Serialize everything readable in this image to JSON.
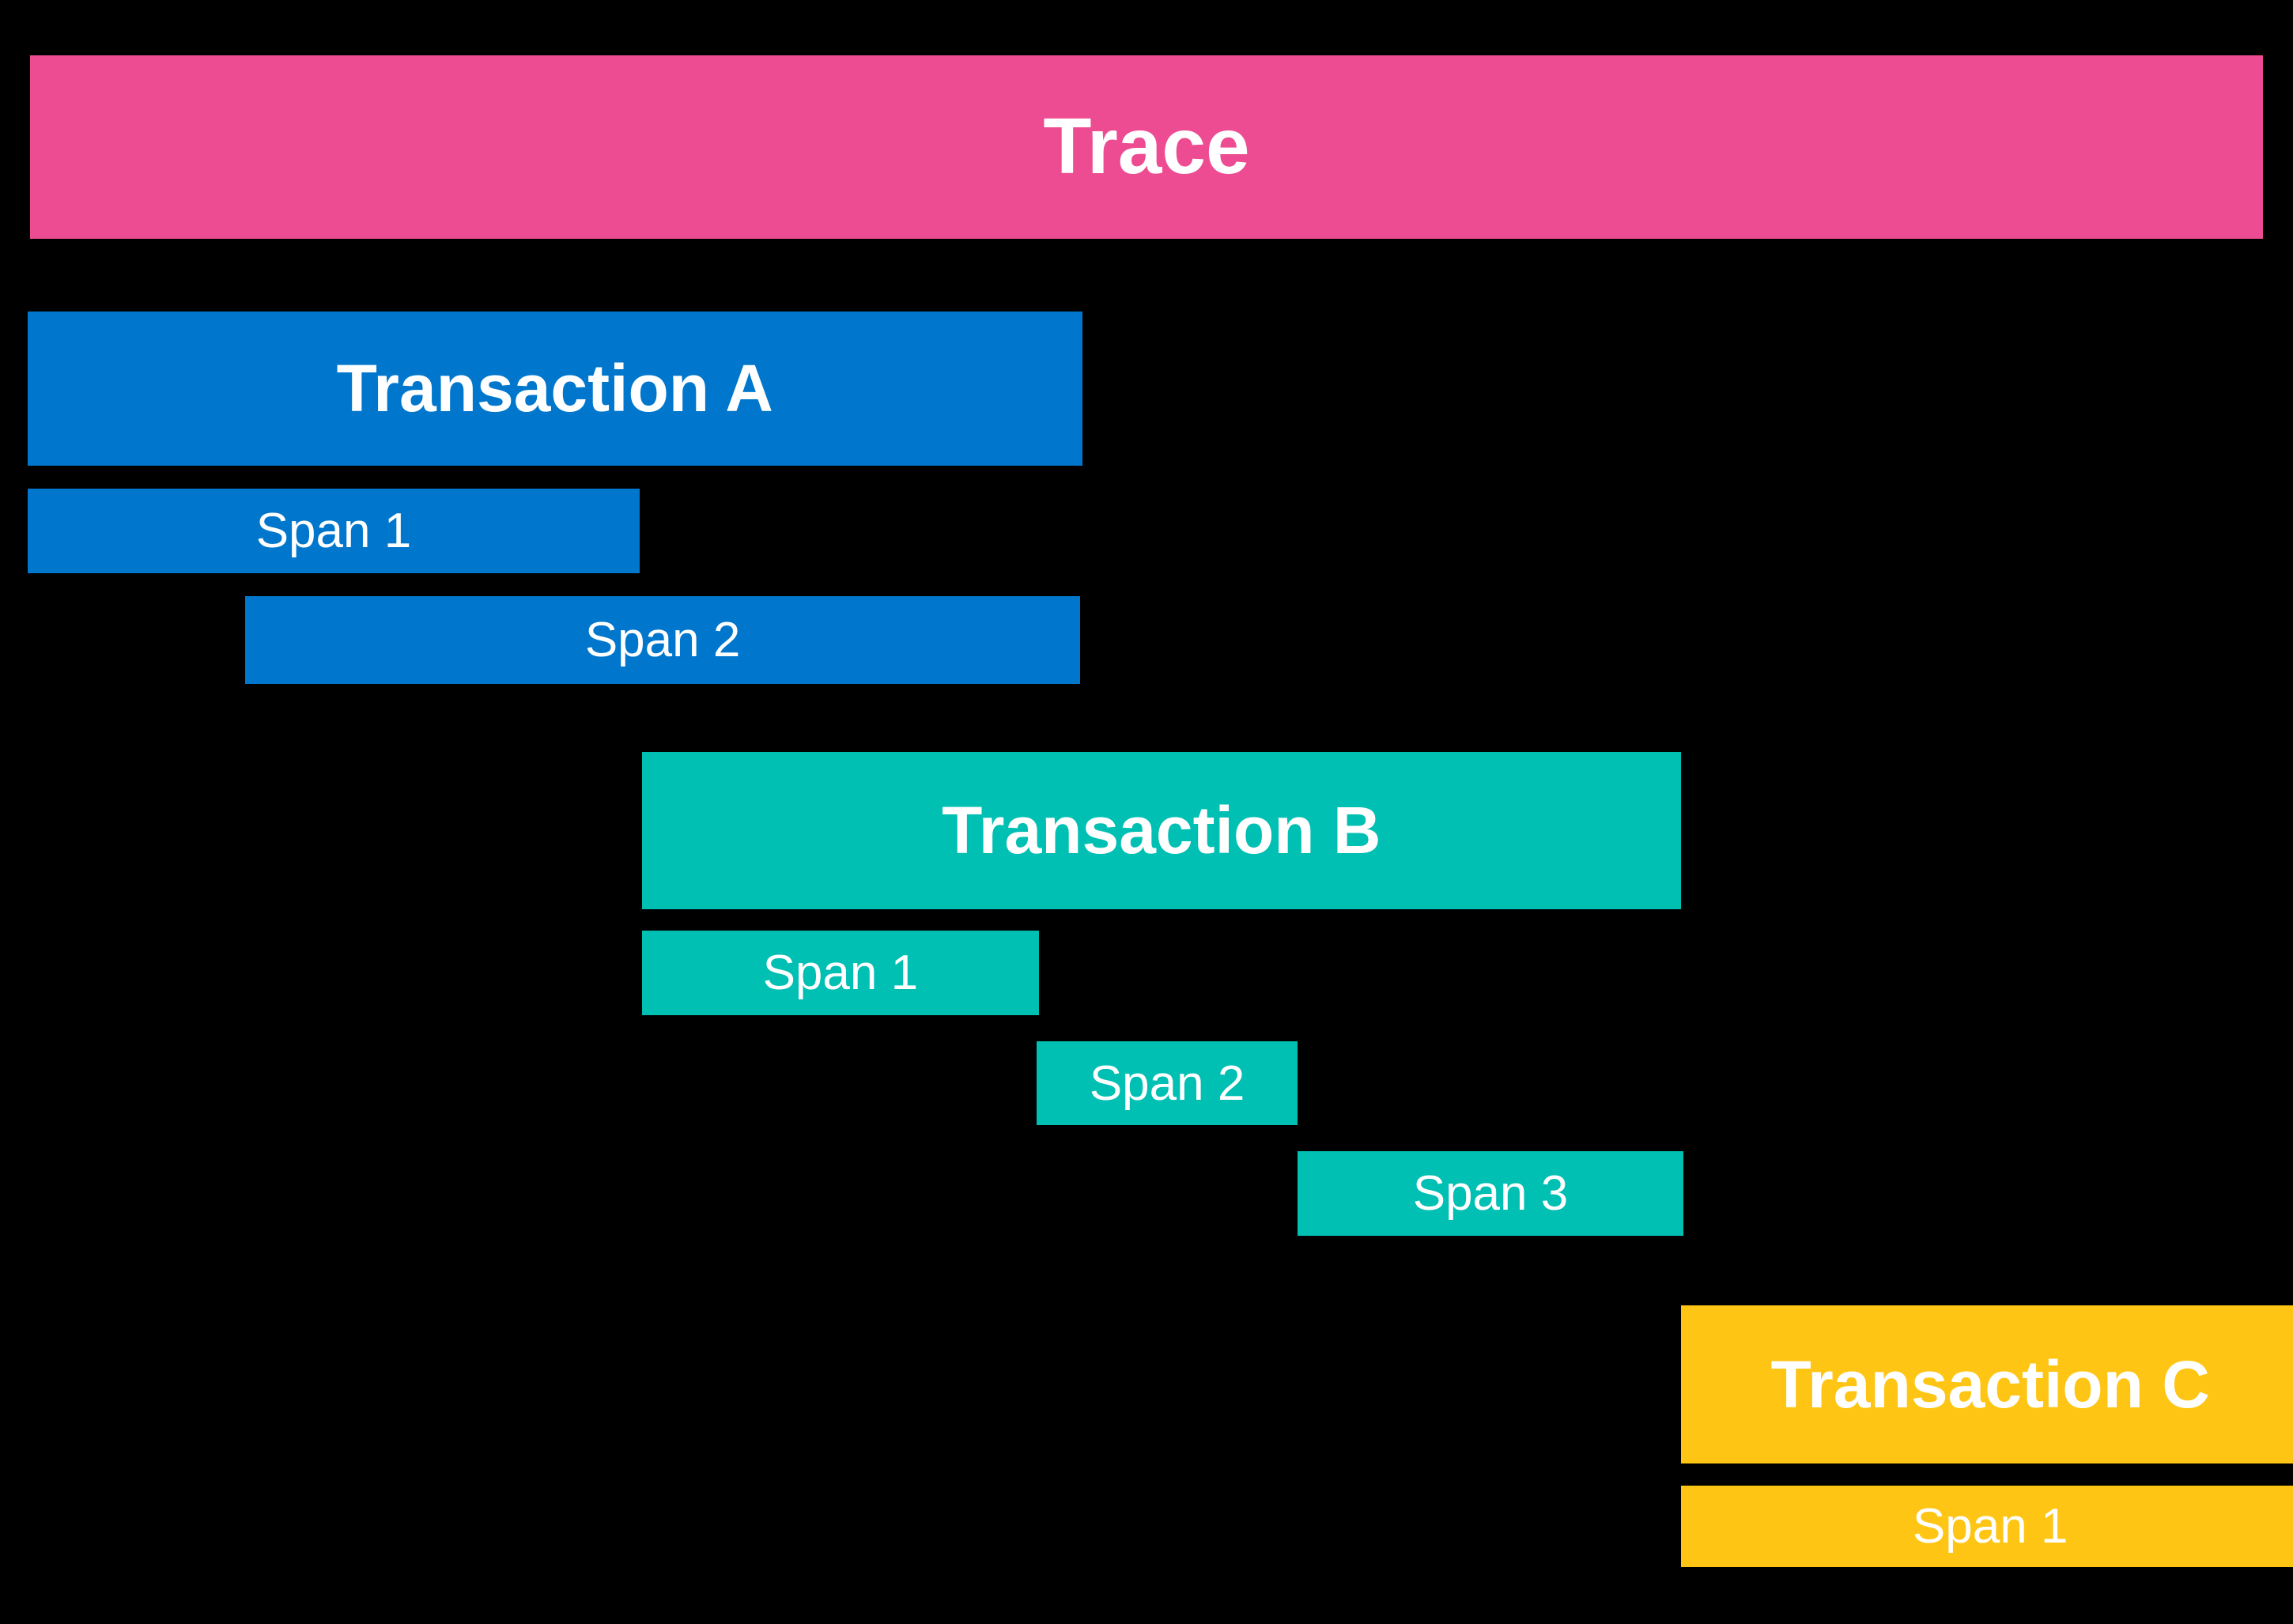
{
  "diagram": {
    "kind": "distributed-trace-waterfall",
    "colors": {
      "background": "#000000",
      "text": "#FFFFFF",
      "trace": "#ED4C92",
      "transaction_a": "#0077CC",
      "transaction_b": "#00BFB3",
      "transaction_c": "#FEC514"
    },
    "bars": {
      "trace": {
        "label": "Trace"
      },
      "txn_a": {
        "label": "Transaction A"
      },
      "txn_a_span1": {
        "label": "Span 1"
      },
      "txn_a_span2": {
        "label": "Span 2"
      },
      "txn_b": {
        "label": "Transaction B"
      },
      "txn_b_span1": {
        "label": "Span 1"
      },
      "txn_b_span2": {
        "label": "Span 2"
      },
      "txn_b_span3": {
        "label": "Span 3"
      },
      "txn_c": {
        "label": "Transaction C"
      },
      "txn_c_span1": {
        "label": "Span 1"
      }
    }
  }
}
